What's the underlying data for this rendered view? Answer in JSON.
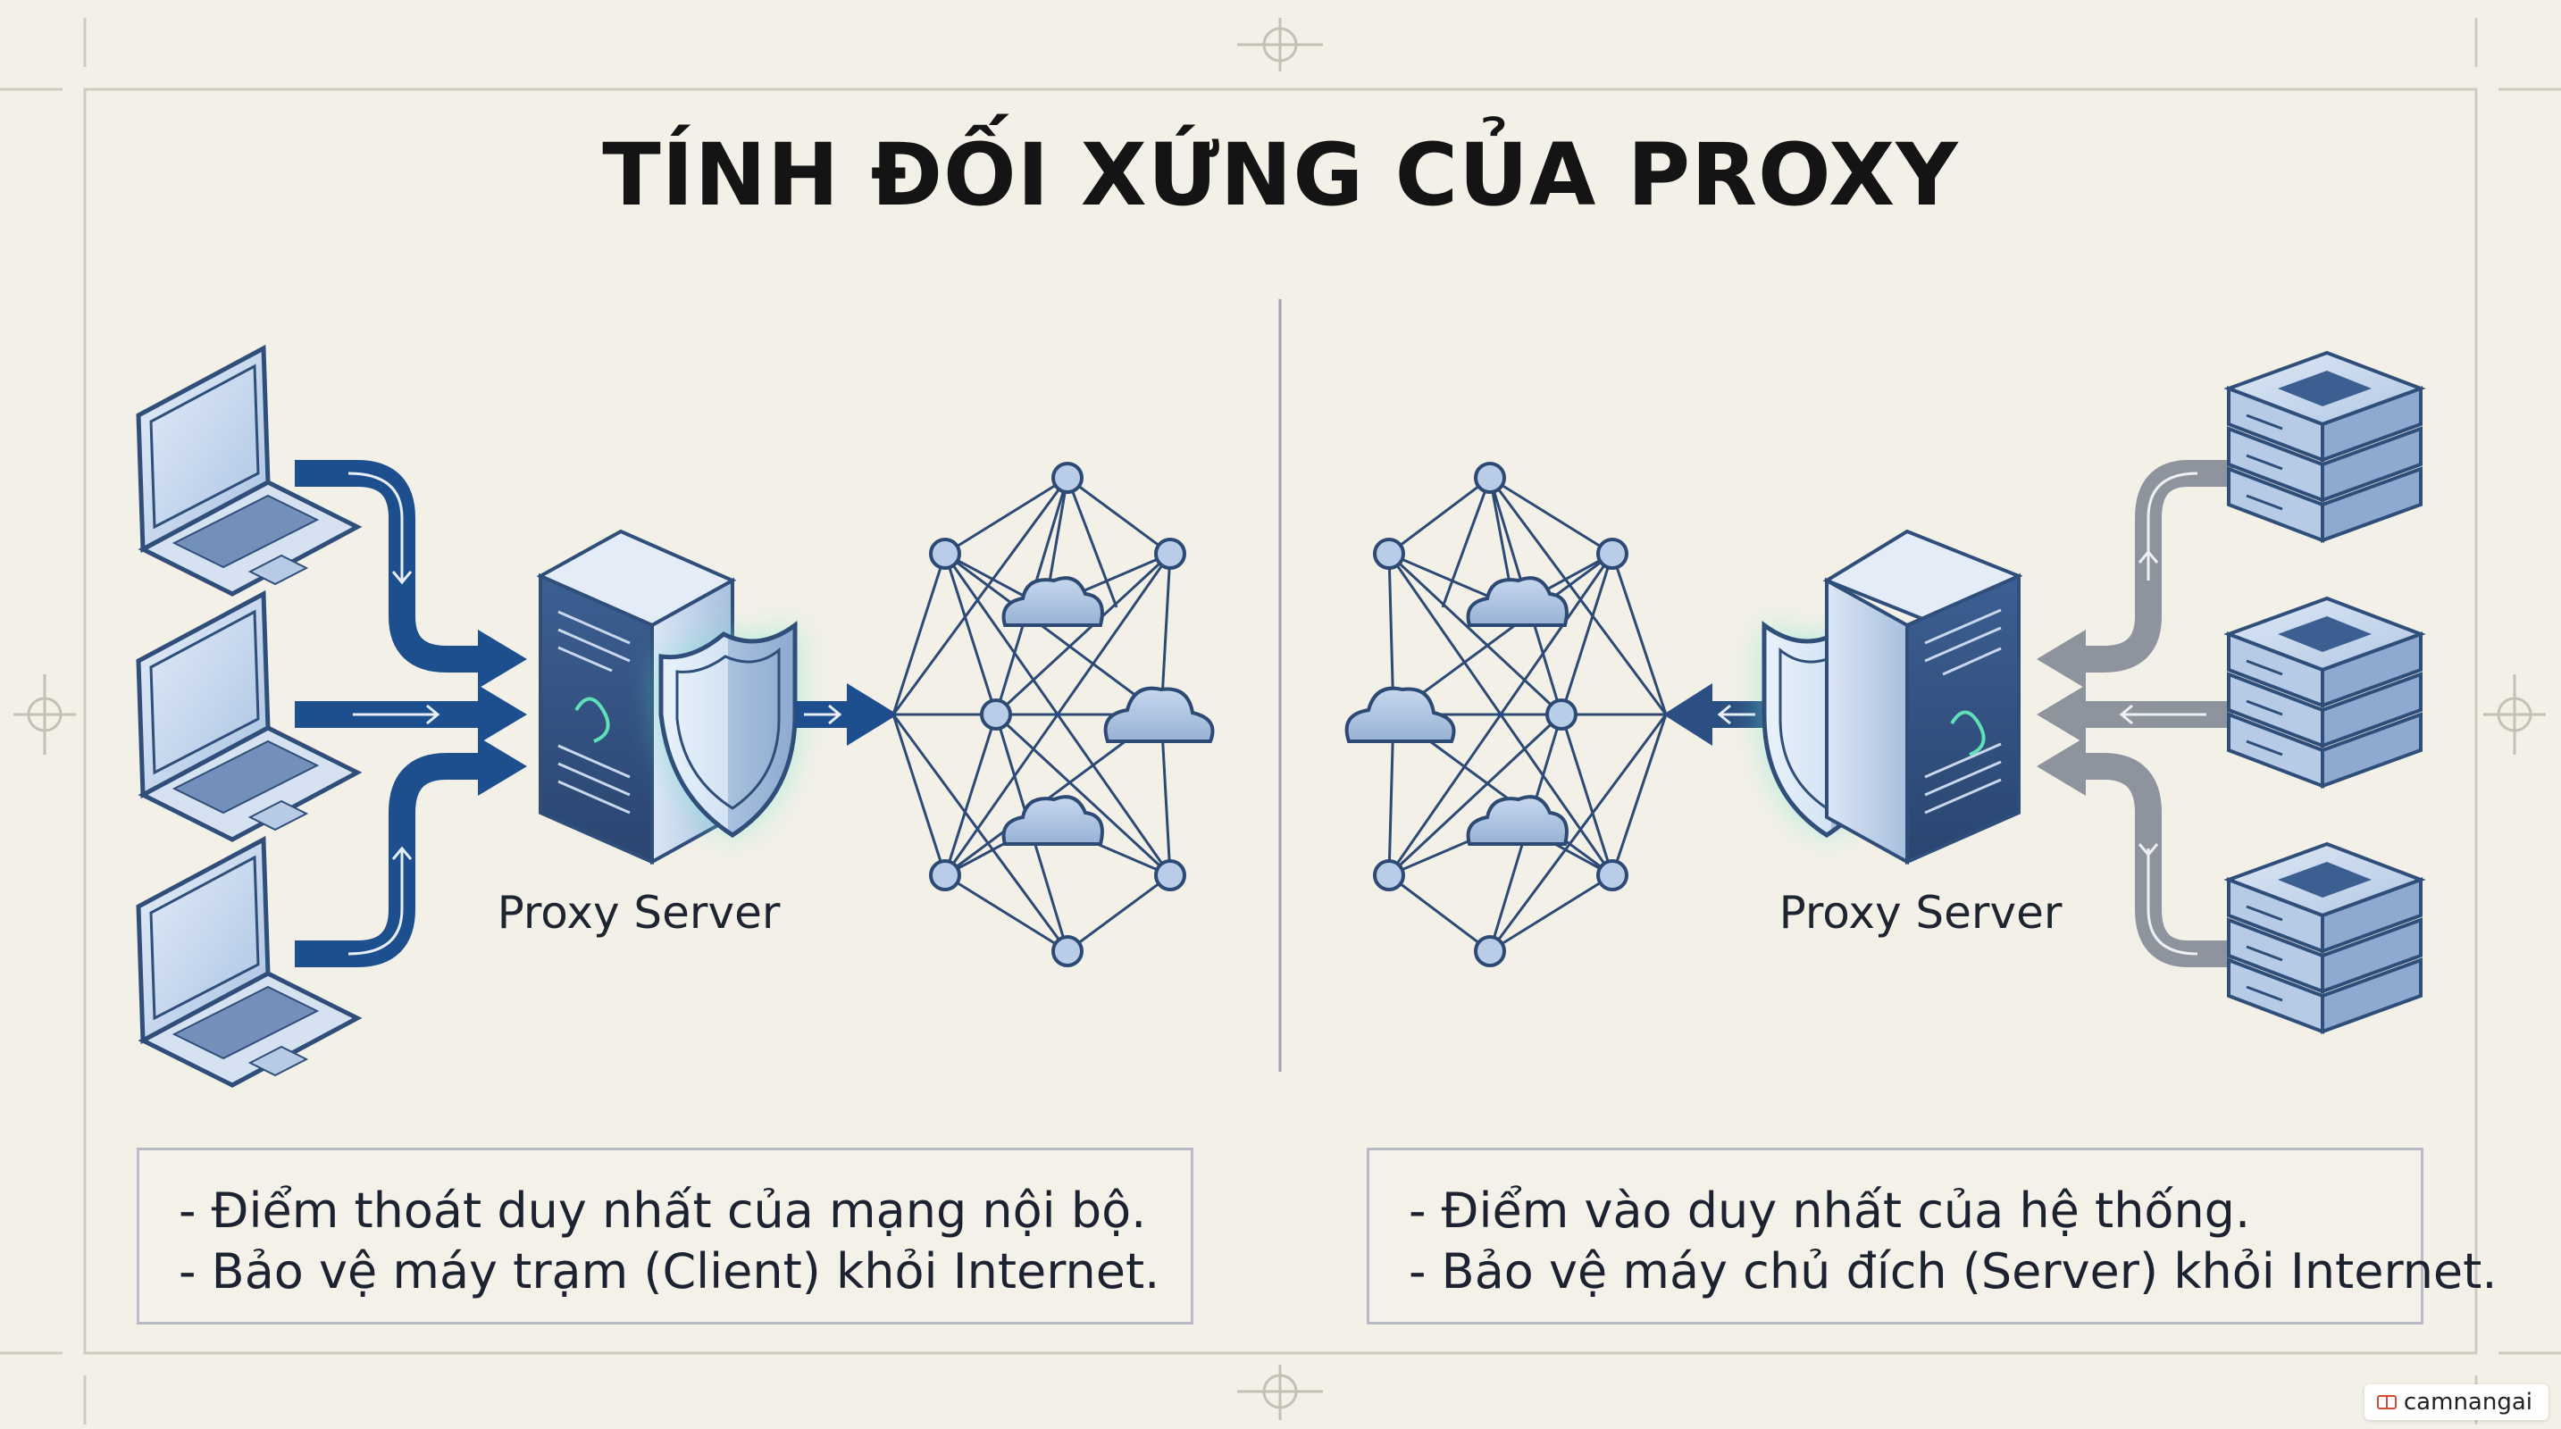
{
  "title": "TÍNH ĐỐI XỨNG CỦA PROXY",
  "left_panel": {
    "proxy_label": "Proxy Server",
    "description": [
      "- Điểm thoát duy nhất của mạng nội bộ.",
      "- Bảo vệ máy trạm (Client) khỏi Internet."
    ]
  },
  "right_panel": {
    "proxy_label": "Proxy Server",
    "description": [
      "- Điểm vào duy nhất của hệ thống.",
      "- Bảo vệ máy chủ đích (Server) khỏi Internet."
    ]
  },
  "watermark": "camnangai",
  "colors": {
    "background": "#f3f0e7",
    "arrow_dark_blue": "#1d4f8f",
    "arrow_gray": "#8e949e",
    "device_fill": "#c9d9ee",
    "device_stroke": "#2f4f7a",
    "shield_glow": "#55e6c9",
    "network_line": "#2d4a75",
    "node_fill": "#b9cde8",
    "cloud_fill": "#a9c0e0"
  },
  "icons": [
    "laptop-icon",
    "server-tower-icon",
    "shield-icon",
    "cloud-icon",
    "server-rack-icon",
    "crosshair-icon"
  ]
}
